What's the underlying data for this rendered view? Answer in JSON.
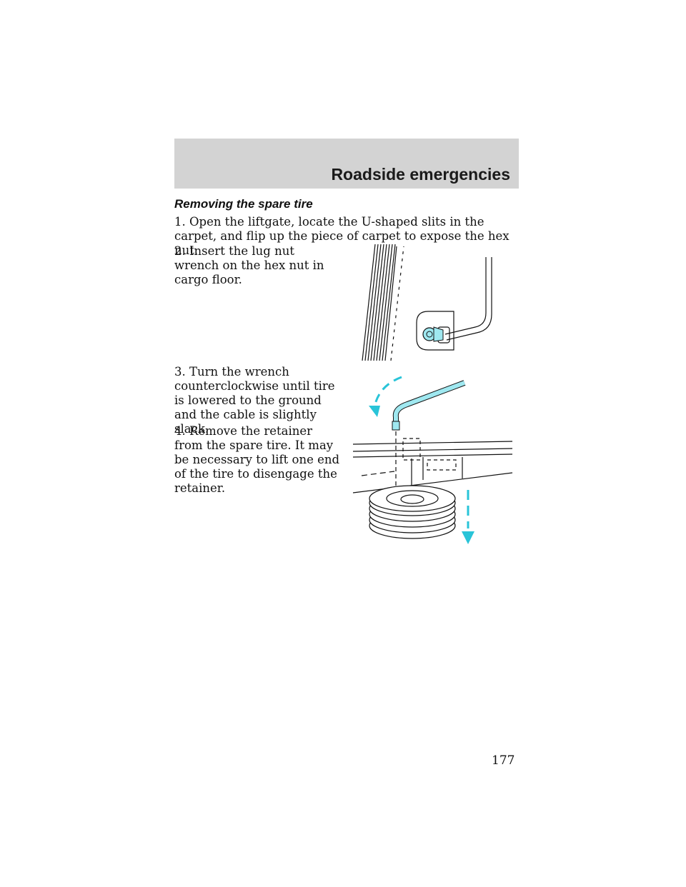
{
  "header": {
    "title": "Roadside emergencies"
  },
  "section": {
    "title": "Removing the spare tire"
  },
  "steps": [
    "1. Open the liftgate, locate the U-shaped slits in the carpet, and flip up the piece of carpet to expose the hex nut.",
    "2. Insert the lug nut wrench on the hex nut in cargo floor.",
    "3. Turn the wrench counterclockwise until tire is lowered to the ground and the cable is slightly slack.",
    "4. Remove the retainer from the spare tire. It may be necessary to lift one end of the tire to disengage the retainer."
  ],
  "illustrations": [
    {
      "name": "wrench-on-hex-nut",
      "accent_color": "#9fe8f0"
    },
    {
      "name": "lowering-spare-tire",
      "accent_color": "#9fe8f0",
      "arrow_color": "#29c4d8"
    }
  ],
  "footer": {
    "page_number": "177"
  }
}
